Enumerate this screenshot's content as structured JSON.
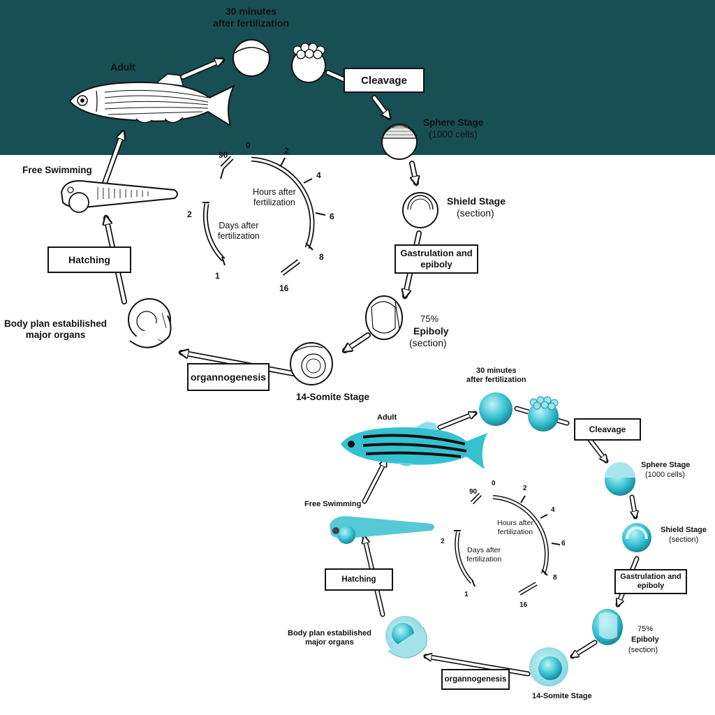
{
  "colors": {
    "band": "#174f55",
    "teal": "#2ab5c4",
    "teal_light": "#8fe0e8",
    "line": "#111111"
  },
  "labels": {
    "thirty_min": [
      "30 minutes",
      "after fertilization"
    ],
    "adult": "Adult",
    "cleavage": "Cleavage",
    "sphere": "Sphere Stage",
    "sphere_cells": "(1000 cells)",
    "shield": "Shield Stage",
    "shield_section": "(section)",
    "gastrulation": [
      "Gastrulation and",
      "epiboly"
    ],
    "epiboly_pct": "75%",
    "epiboly": "Epiboly",
    "epiboly_section": "(section)",
    "somite": "14-Somite Stage",
    "organogenesis": "organnogenesis",
    "body_plan": [
      "Body plan estabilished",
      "major organs"
    ],
    "hatching": "Hatching",
    "free_swimming": "Free Swimming"
  },
  "clock": {
    "hours_label": [
      "Hours after",
      "fertilization"
    ],
    "days_label": [
      "Days after",
      "fertilization"
    ],
    "hour_ticks": [
      "0",
      "2",
      "4",
      "6",
      "8",
      "16"
    ],
    "day_ticks": [
      "90",
      "2",
      "1"
    ]
  },
  "diagrams": [
    {
      "id": "outline"
    },
    {
      "id": "color"
    }
  ]
}
